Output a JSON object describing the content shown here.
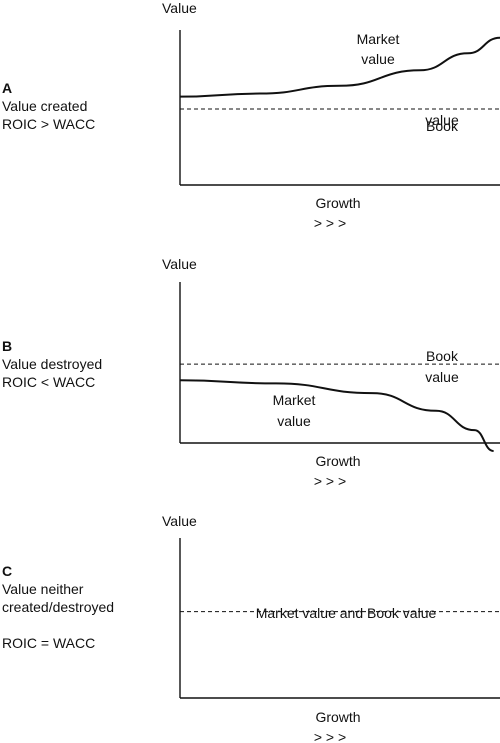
{
  "chart_data": [
    {
      "type": "line",
      "letter": "A",
      "caption_lines": [
        "Value created",
        "ROIC > WACC"
      ],
      "ylabel": "Value",
      "xlabel": "Growth",
      "xlabel_arrows": "> > >",
      "grid": false,
      "xlim": [
        0,
        1
      ],
      "ylim": [
        0,
        1
      ],
      "series": [
        {
          "name": "Market\nvalue",
          "style": "solid",
          "x": [
            0,
            0.25,
            0.5,
            0.75,
            0.9,
            1.0
          ],
          "y": [
            0.57,
            0.59,
            0.64,
            0.74,
            0.85,
            0.95
          ]
        },
        {
          "name": "Book\nvalue",
          "style": "dashed",
          "x": [
            0,
            1
          ],
          "y": [
            0.49,
            0.49
          ]
        }
      ]
    },
    {
      "type": "line",
      "letter": "B",
      "caption_lines": [
        "Value destroyed",
        "ROIC < WACC"
      ],
      "ylabel": "Value",
      "xlabel": "Growth",
      "xlabel_arrows": "> > >",
      "grid": false,
      "xlim": [
        0,
        1
      ],
      "ylim": [
        0,
        1
      ],
      "series": [
        {
          "name": "Book\nvalue",
          "style": "dashed",
          "x": [
            0,
            1
          ],
          "y": [
            0.49,
            0.49
          ]
        },
        {
          "name": "Market\nvalue",
          "style": "solid",
          "x": [
            0,
            0.3,
            0.6,
            0.8,
            0.92,
            0.98
          ],
          "y": [
            0.39,
            0.37,
            0.31,
            0.2,
            0.08,
            -0.05
          ]
        }
      ]
    },
    {
      "type": "line",
      "letter": "C",
      "caption_lines": [
        "Value neither",
        "created/destroyed",
        "",
        "ROIC = WACC"
      ],
      "ylabel": "Value",
      "xlabel": "Growth",
      "xlabel_arrows": "> > >",
      "grid": false,
      "xlim": [
        0,
        1
      ],
      "ylim": [
        0,
        1
      ],
      "series": [
        {
          "name": "Market value and Book value",
          "style": "dashed",
          "x": [
            0,
            1
          ],
          "y": [
            0.54,
            0.54
          ]
        }
      ]
    }
  ]
}
